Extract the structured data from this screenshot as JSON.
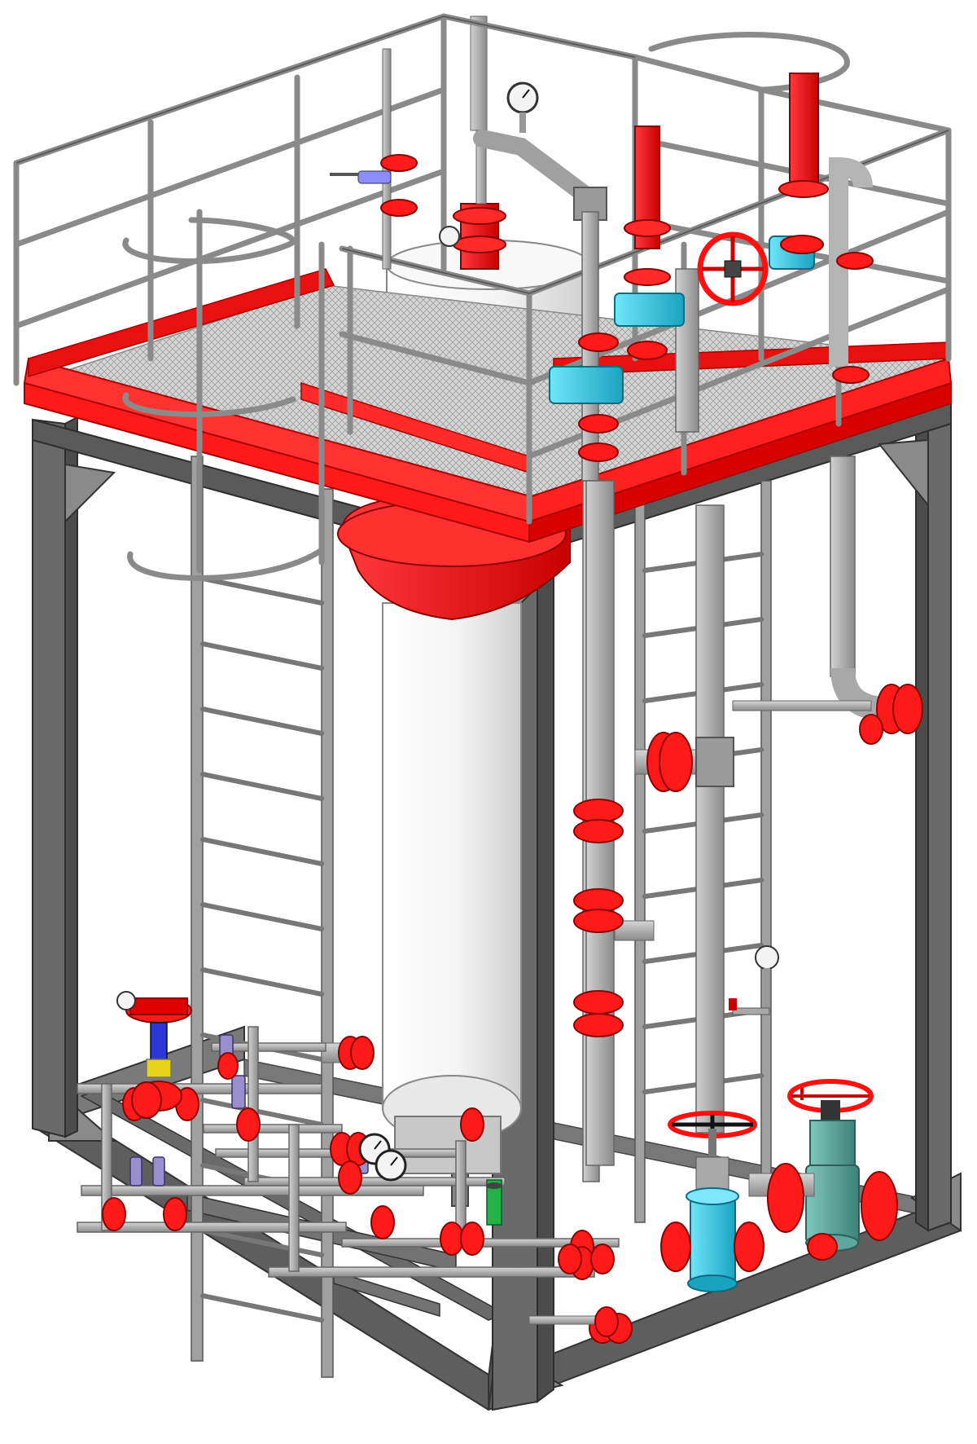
{
  "scene": {
    "subject": "skid-mounted-vessel-unit",
    "view": "isometric-3d-render",
    "text_labels": []
  },
  "colors": {
    "background": "#ffffff",
    "frame_steel": "#6e6e6e",
    "frame_steel_dark": "#4e4e4e",
    "handrail": "#9a9a9a",
    "handrail_dark": "#6c6c6c",
    "platform_red": "#ff1a1a",
    "platform_red_dark": "#c40000",
    "vessel_white": "#f6f6f6",
    "vessel_shade": "#d9d9d9",
    "pipe_gray": "#b4b4b4",
    "pipe_gray_dark": "#7e7e7e",
    "flange_red": "#ff1010",
    "flange_red_dark": "#a80000",
    "valve_cyan": "#3fd3ee",
    "valve_cyan_dark": "#1a8ea6",
    "valve_teal": "#5fa79e",
    "handwheel_dark": "#1a1a1a",
    "gauge_face": "#f4f4f4",
    "actuator_blue": "#2a36d8",
    "fitting_green": "#22b24a",
    "fitting_yellow": "#e8d21a",
    "grating": "#c8c8c8"
  },
  "components": {
    "frame": "base-frame",
    "platform": "service-platform",
    "handrail": "platform-handrail",
    "ladders": [
      "ladder-left",
      "ladder-right"
    ],
    "vessel": "vertical-separator-vessel",
    "valves": [
      "gate-valve-cyan",
      "gate-valve-teal",
      "control-valve",
      "handwheel-valve-top"
    ],
    "gauges": [
      "pressure-gauge-top",
      "pressure-gauge-bottom",
      "pressure-gauge-right"
    ]
  }
}
